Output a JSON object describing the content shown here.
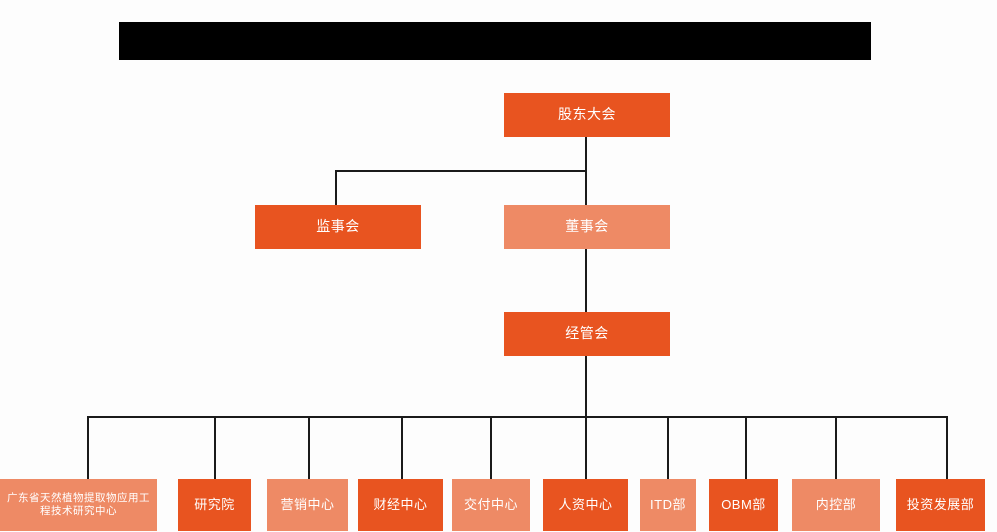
{
  "page": {
    "background_color": "#fdfdfd",
    "title_banner": {
      "name": "redacted-title-banner",
      "color": "#000000",
      "text": ""
    }
  },
  "colors": {
    "dark_orange": "#E85420",
    "light_orange": "#EE8A65",
    "line": "#1b1b1b",
    "label_text": "#ffffff"
  },
  "chart_data": {
    "type": "diagram",
    "diagram_kind": "organization-chart",
    "orientation": "top-down",
    "nodes": [
      {
        "id": "shareholders",
        "label": "股东大会",
        "tier": 1,
        "style": "dark"
      },
      {
        "id": "supervisors",
        "label": "监事会",
        "tier": 2,
        "style": "dark"
      },
      {
        "id": "directors",
        "label": "董事会",
        "tier": 2,
        "style": "light"
      },
      {
        "id": "management",
        "label": "经管会",
        "tier": 3,
        "style": "dark"
      },
      {
        "id": "research-center",
        "label": "广东省天然植物提取物应用工程技术研究中心",
        "tier": 4,
        "style": "light"
      },
      {
        "id": "institute",
        "label": "研究院",
        "tier": 4,
        "style": "dark"
      },
      {
        "id": "marketing",
        "label": "营销中心",
        "tier": 4,
        "style": "light"
      },
      {
        "id": "finance",
        "label": "财经中心",
        "tier": 4,
        "style": "dark"
      },
      {
        "id": "delivery",
        "label": "交付中心",
        "tier": 4,
        "style": "light"
      },
      {
        "id": "hr",
        "label": "人资中心",
        "tier": 4,
        "style": "dark"
      },
      {
        "id": "itd",
        "label": "ITD部",
        "tier": 4,
        "style": "light"
      },
      {
        "id": "obm",
        "label": "OBM部",
        "tier": 4,
        "style": "dark"
      },
      {
        "id": "internal",
        "label": "内控部",
        "tier": 4,
        "style": "light"
      },
      {
        "id": "investment",
        "label": "投资发展部",
        "tier": 4,
        "style": "dark"
      }
    ],
    "edges": [
      {
        "from": "shareholders",
        "to": "supervisors"
      },
      {
        "from": "shareholders",
        "to": "directors"
      },
      {
        "from": "directors",
        "to": "management"
      },
      {
        "from": "management",
        "to": "research-center"
      },
      {
        "from": "management",
        "to": "institute"
      },
      {
        "from": "management",
        "to": "marketing"
      },
      {
        "from": "management",
        "to": "finance"
      },
      {
        "from": "management",
        "to": "delivery"
      },
      {
        "from": "management",
        "to": "hr"
      },
      {
        "from": "management",
        "to": "itd"
      },
      {
        "from": "management",
        "to": "obm"
      },
      {
        "from": "management",
        "to": "internal"
      },
      {
        "from": "management",
        "to": "investment"
      }
    ]
  },
  "nodes": {
    "shareholders": {
      "label": "股东大会"
    },
    "supervisors": {
      "label": "监事会"
    },
    "directors": {
      "label": "董事会"
    },
    "management": {
      "label": "经管会"
    },
    "research_center": {
      "label": "广东省天然植物提取物应用工程技术研究中心"
    },
    "institute": {
      "label": "研究院"
    },
    "marketing": {
      "label": "营销中心"
    },
    "finance": {
      "label": "财经中心"
    },
    "delivery": {
      "label": "交付中心"
    },
    "hr": {
      "label": "人资中心"
    },
    "itd": {
      "label": "ITD部"
    },
    "obm": {
      "label": "OBM部"
    },
    "internal": {
      "label": "内控部"
    },
    "investment": {
      "label": "投资发展部"
    }
  }
}
